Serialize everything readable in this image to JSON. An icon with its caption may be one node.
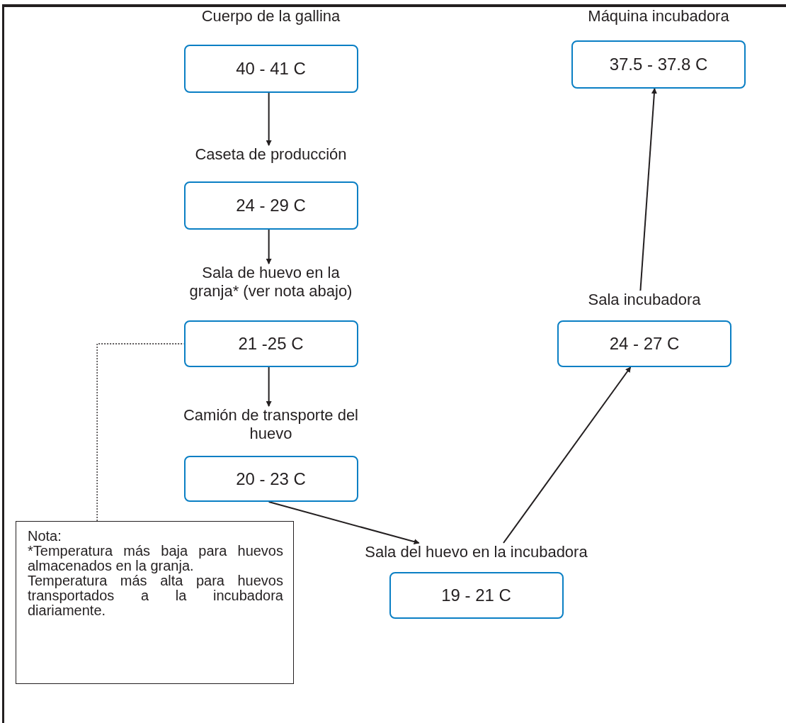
{
  "diagram": {
    "nodes": [
      {
        "text": [
          "Cuerpo de la gallina",
          "40 - 41 C"
        ]
      },
      {
        "text": [
          "Caseta de producción",
          "24 - 29 C"
        ]
      },
      {
        "text": [
          "Sala de huevo en la granja* (ver nota abajo)",
          "21 -25 C"
        ]
      },
      {
        "text": [
          "Camión de transporte del huevo",
          "20 - 23 C"
        ]
      },
      {
        "text": [
          "Sala del huevo en la incubadora",
          "19 - 21 C"
        ]
      },
      {
        "text": [
          "Sala incubadora",
          "24 - 27 C"
        ]
      },
      {
        "text": [
          "Máquina incubadora",
          "37.5 - 37.8 C"
        ]
      },
      {
        "text": [
          "Nota:",
          "*Temperatura más baja para huevos almacenados en la granja.",
          "Temperatura más alta para huevos transportados a la incubadora diariamente."
        ]
      }
    ],
    "edges": [
      {
        "from": 0,
        "to": 1,
        "arrow": "to"
      },
      {
        "from": 1,
        "to": 2,
        "arrow": "to"
      },
      {
        "from": 2,
        "to": 3,
        "arrow": "to"
      },
      {
        "from": 3,
        "to": 4,
        "arrow": "to"
      },
      {
        "from": 4,
        "to": 5,
        "arrow": "to"
      },
      {
        "from": 5,
        "to": 6,
        "arrow": "to"
      },
      {
        "from": 7,
        "to": 2,
        "arrow": "none",
        "style": "dashed"
      }
    ]
  }
}
